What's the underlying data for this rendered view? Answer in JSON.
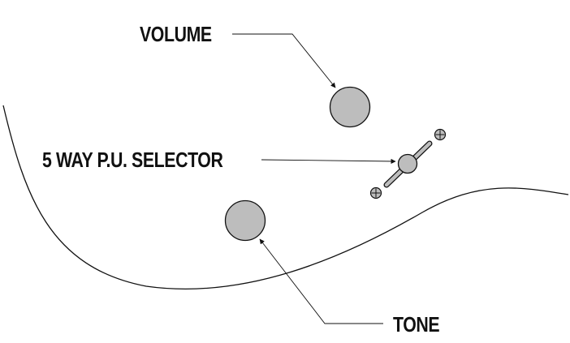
{
  "labels": {
    "volume": "VOLUME",
    "selector": "5 WAY P.U. SELECTOR",
    "tone": "TONE"
  },
  "colors": {
    "knob_fill": "#bdbdbd",
    "outline": "#111111",
    "background": "#ffffff"
  }
}
